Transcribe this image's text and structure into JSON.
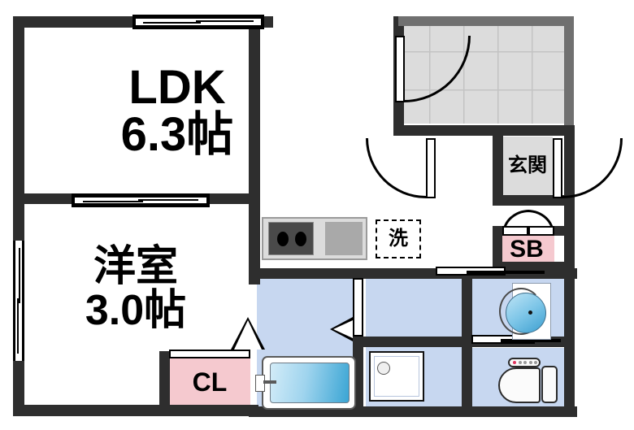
{
  "plan": {
    "title": "1K apartment floor plan",
    "rooms": [
      {
        "id": "ldk",
        "name": "LDK",
        "area": "6.3帖"
      },
      {
        "id": "washitsu",
        "name": "洋室",
        "area": "3.0帖"
      }
    ],
    "labels": {
      "ldk_name": "LDK",
      "ldk_area": "6.3帖",
      "room_name": "洋室",
      "room_area": "3.0帖",
      "closet": "CL",
      "shoebox": "SB",
      "entrance": "玄関",
      "washer": "洗"
    },
    "colors": {
      "wall": "#2e2e2e",
      "wall_light": "#707070",
      "floor_white": "#ffffff",
      "floor_water": "#c7d7f0",
      "floor_storage": "#f5c9cf",
      "floor_entrance": "#dcdcdc",
      "balcony_tile": "#dcdcdc",
      "tub_water": "#3aa5d4",
      "basin_water": "#3c9fd0",
      "toilet_indicator": "#e0365f",
      "stove": "#4a4a4a",
      "counter": "#dcdcdc",
      "sink": "#a9a9a9"
    },
    "fixtures": [
      {
        "id": "stove",
        "name": "two-burner-stove",
        "burners": 2
      },
      {
        "id": "sink",
        "name": "kitchen-sink"
      },
      {
        "id": "washer",
        "name": "washing-machine-space",
        "label": "洗"
      },
      {
        "id": "bathtub",
        "name": "bathtub"
      },
      {
        "id": "pan",
        "name": "laundry-pan"
      },
      {
        "id": "basin",
        "name": "wash-basin"
      },
      {
        "id": "toilet",
        "name": "toilet"
      },
      {
        "id": "shoebox",
        "name": "shoe-box",
        "label": "SB"
      },
      {
        "id": "closet",
        "name": "closet",
        "label": "CL"
      }
    ],
    "openings": [
      {
        "id": "ldk-window-north",
        "name": "sliding-window",
        "orientation": "horizontal"
      },
      {
        "id": "room-window-north",
        "name": "sliding-window",
        "orientation": "horizontal"
      },
      {
        "id": "room-window-west",
        "name": "sliding-window",
        "orientation": "vertical"
      },
      {
        "id": "balcony-door",
        "name": "hinged-door",
        "swing": "lower-right"
      },
      {
        "id": "ldk-hall-door",
        "name": "hinged-door",
        "swing": "lower-left"
      },
      {
        "id": "entrance-door",
        "name": "hinged-door",
        "swing": "lower-right"
      },
      {
        "id": "shoebox-doors",
        "name": "double-door"
      },
      {
        "id": "bath-door",
        "name": "folding-door"
      },
      {
        "id": "hall-sliding-door",
        "name": "sliding-door"
      },
      {
        "id": "toilet-door",
        "name": "sliding-door"
      },
      {
        "id": "closet-door",
        "name": "sliding-door"
      }
    ]
  }
}
